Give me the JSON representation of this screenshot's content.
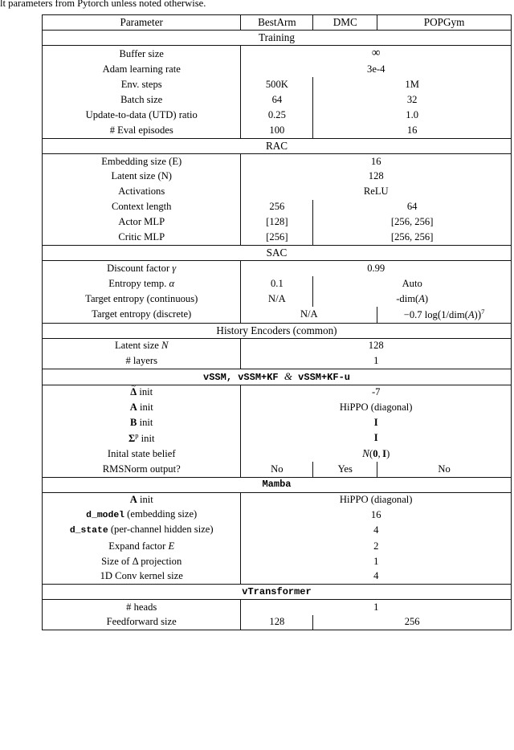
{
  "caption_tail": "lt parameters from Pytorch unless noted otherwise.",
  "table": {
    "columns": [
      "Parameter",
      "BestArm",
      "DMC",
      "POPGym"
    ],
    "sections": [
      {
        "title": "Training",
        "mono": false,
        "rows": [
          {
            "label": "Buffer size",
            "span": "all3",
            "values": [
              "∞"
            ]
          },
          {
            "label": "Adam learning rate",
            "span": "all3",
            "values": [
              "3e-4"
            ]
          },
          {
            "label": "Env. steps",
            "span": "split",
            "values": [
              "500K",
              "1M"
            ]
          },
          {
            "label": "Batch size",
            "span": "split",
            "values": [
              "64",
              "32"
            ]
          },
          {
            "label": "Update-to-data (UTD) ratio",
            "span": "split",
            "values": [
              "0.25",
              "1.0"
            ]
          },
          {
            "label": "# Eval episodes",
            "span": "split",
            "values": [
              "100",
              "16"
            ]
          }
        ]
      },
      {
        "title": "RAC",
        "mono": false,
        "rows": [
          {
            "label": "Embedding size (E)",
            "span": "all3",
            "values": [
              "16"
            ]
          },
          {
            "label": "Latent size (N)",
            "span": "all3",
            "values": [
              "128"
            ]
          },
          {
            "label": "Activations",
            "span": "all3",
            "values": [
              "ReLU"
            ]
          },
          {
            "label": "Context length",
            "span": "split",
            "values": [
              "256",
              "64"
            ]
          },
          {
            "label": "Actor MLP",
            "span": "split",
            "values": [
              "[128]",
              "[256, 256]"
            ]
          },
          {
            "label": "Critic MLP",
            "span": "split",
            "values": [
              "[256]",
              "[256, 256]"
            ]
          }
        ]
      },
      {
        "title": "SAC",
        "mono": false,
        "rows": [
          {
            "label": "Discount factor γ",
            "span": "all3",
            "values": [
              "0.99"
            ]
          },
          {
            "label": "Entropy temp. α",
            "span": "split",
            "values": [
              "0.1",
              "Auto"
            ]
          },
          {
            "label": "Target entropy (continuous)",
            "span": "split",
            "values": [
              "N/A",
              "-dim(𝒜)"
            ]
          },
          {
            "label": "Target entropy (discrete)",
            "span": "two-merge",
            "values": [
              "N/A",
              "−0.7 log(1/dim(𝒜))⁷"
            ]
          }
        ]
      },
      {
        "title": "History Encoders (common)",
        "mono": false,
        "rows": [
          {
            "label": "Latent size N",
            "span": "all3",
            "values": [
              "128"
            ]
          },
          {
            "label": "# layers",
            "span": "all3",
            "values": [
              "1"
            ]
          }
        ]
      },
      {
        "title": "vSSM, vSSM+KF & vSSM+KF-u",
        "mono": true,
        "rows": [
          {
            "label": "Δ̃ init",
            "span": "all3",
            "values": [
              "-7"
            ]
          },
          {
            "label": "A init",
            "span": "all3",
            "values": [
              "HiPPO (diagonal)"
            ]
          },
          {
            "label": "B init",
            "span": "all3",
            "values": [
              "I"
            ]
          },
          {
            "label": "Σᵖ init",
            "span": "all3",
            "values": [
              "I"
            ]
          },
          {
            "label": "Inital state belief",
            "span": "all3",
            "values": [
              "𝒩(0, I)"
            ]
          },
          {
            "label": "RMSNorm output?",
            "span": "three",
            "values": [
              "No",
              "Yes",
              "No"
            ]
          }
        ]
      },
      {
        "title": "Mamba",
        "mono": true,
        "rows": [
          {
            "label": "A init",
            "span": "all3",
            "values": [
              "HiPPO (diagonal)"
            ]
          },
          {
            "label": "d_model (embedding size)",
            "span": "all3",
            "values": [
              "16"
            ]
          },
          {
            "label": "d_state (per-channel hidden size)",
            "span": "all3",
            "values": [
              "4"
            ]
          },
          {
            "label": "Expand factor E",
            "span": "all3",
            "values": [
              "2"
            ]
          },
          {
            "label": "Size of Δ projection",
            "span": "all3",
            "values": [
              "1"
            ]
          },
          {
            "label": "1D Conv kernel size",
            "span": "all3",
            "values": [
              "4"
            ]
          }
        ]
      },
      {
        "title": "vTransformer",
        "mono": true,
        "rows": [
          {
            "label": "# heads",
            "span": "all3",
            "values": [
              "1"
            ]
          },
          {
            "label": "Feedforward size",
            "span": "split",
            "values": [
              "128",
              "256"
            ]
          }
        ]
      }
    ]
  }
}
